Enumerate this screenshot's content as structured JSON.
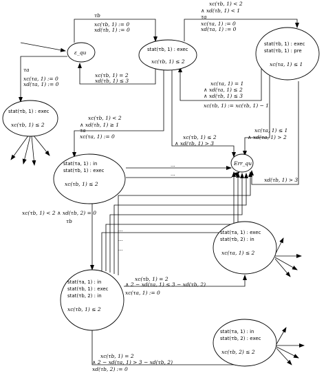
{
  "nodes": {
    "eps": "ε_qu",
    "err": "Err_qu",
    "s_exec_top": [
      "stat(τb, 1) : exec",
      "xc(τb, 1) ≤ 2"
    ],
    "s_exec_pre": [
      "stat(τb, 1) : exec",
      "stat(τb, 1) : pre",
      "xc(τa, 1) ≤ 1"
    ],
    "s_left": [
      "stat(τb, 1) : exec",
      "xc(τb, 1) ≤ 2"
    ],
    "s_mid": [
      "stat(τa, 1) : in",
      "stat(τb, 1) : exec",
      "xc(τb, 1) ≤ 2"
    ],
    "s_bot": [
      "stat(τa, 1) : in",
      "stat(τb, 1) : exec",
      "stat(τb, 2) : in",
      "xc(τb, 1) ≤ 2"
    ],
    "s_right1": [
      "stat(τa, 1) : exec",
      "stat(τb, 2) : in",
      "xc(τa, 1) ≤ 2"
    ],
    "s_right2": [
      "stat(τa, 1) : in",
      "stat(τb, 2) : exec",
      "xc(τb, 2) ≤ 2"
    ]
  },
  "labels": {
    "top_tb": "τb",
    "top_r1": "xc(τb, 1) := 0",
    "top_r2": "xd(τb, 1) := 0",
    "ret1": "xc(τb, 1) = 2",
    "ret2": "xd(τb, 1) ≤ 3",
    "ta_left": "τa",
    "ta_left_r1": "xc(τa, 1) := 0",
    "ta_left_r2": "xd(τa, 1) := 0",
    "pre_g1": "xc(τb, 1) < 2",
    "pre_g2": "∧ xd(τb, 1) < 1",
    "pre_ta": "τa",
    "pre_r1": "xc(τa, 1) := 0",
    "pre_r2": "xd(τa, 1) := 0",
    "back_g1": "xc(τa, 1) = 1",
    "back_g2": "∧ xd(τa, 1) ≤ 2",
    "back_g3": "∧ xd(τb, 1) ≤ 3",
    "back_r": "xc(τb, 1) := xc(τb, 1) − 1",
    "mid_g1": "xc(τb, 1) < 2",
    "mid_g2": "∧ xd(τb, 1) ≥ 1",
    "mid_ta": "τa",
    "mid_r": "xc(τa, 1) := 0",
    "err_g1": "xc(τb, 1) ≤ 2",
    "err_g2": "∧ xd(τb, 1) > 3",
    "err2_g1": "xc(τa, 1) ≤ 1",
    "err2_g2": "∧ xd(τa, 1) > 2",
    "err3_g": "xd(τb, 1) > 3",
    "bot_g": "xc(τb, 1) < 2 ∧ xd(τb, 2) = 0",
    "bot_tb": "τb",
    "r1_g1": "xc(τb, 1) = 2",
    "r1_g2": "∧ 2 − xd(τa, 1) ≤ 3 − xd(τb, 2)",
    "r1_r": "xc(τa, 1) := 0",
    "r2_g1": "xc(τb, 1) = 2",
    "r2_g2": "∧ 2 − xd(τa, 1) > 3 − xd(τb, 2)",
    "r2_r": "xd(τb, 2) := 0",
    "dots": "..."
  }
}
